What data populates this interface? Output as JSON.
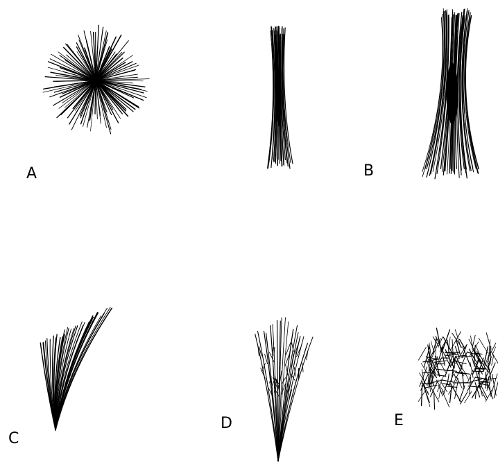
{
  "figure": {
    "ink_color": "#000000",
    "background_color": "#ffffff",
    "labels": [
      "A",
      "B",
      "C",
      "D",
      "E"
    ]
  },
  "panels": [
    {
      "label": "A",
      "shape": "radiating-burst"
    },
    {
      "label": "B",
      "shape": "hourglass-sheaves"
    },
    {
      "label": "C",
      "shape": "fan"
    },
    {
      "label": "D",
      "shape": "branching-fan"
    },
    {
      "label": "E",
      "shape": "tangled-band"
    }
  ]
}
